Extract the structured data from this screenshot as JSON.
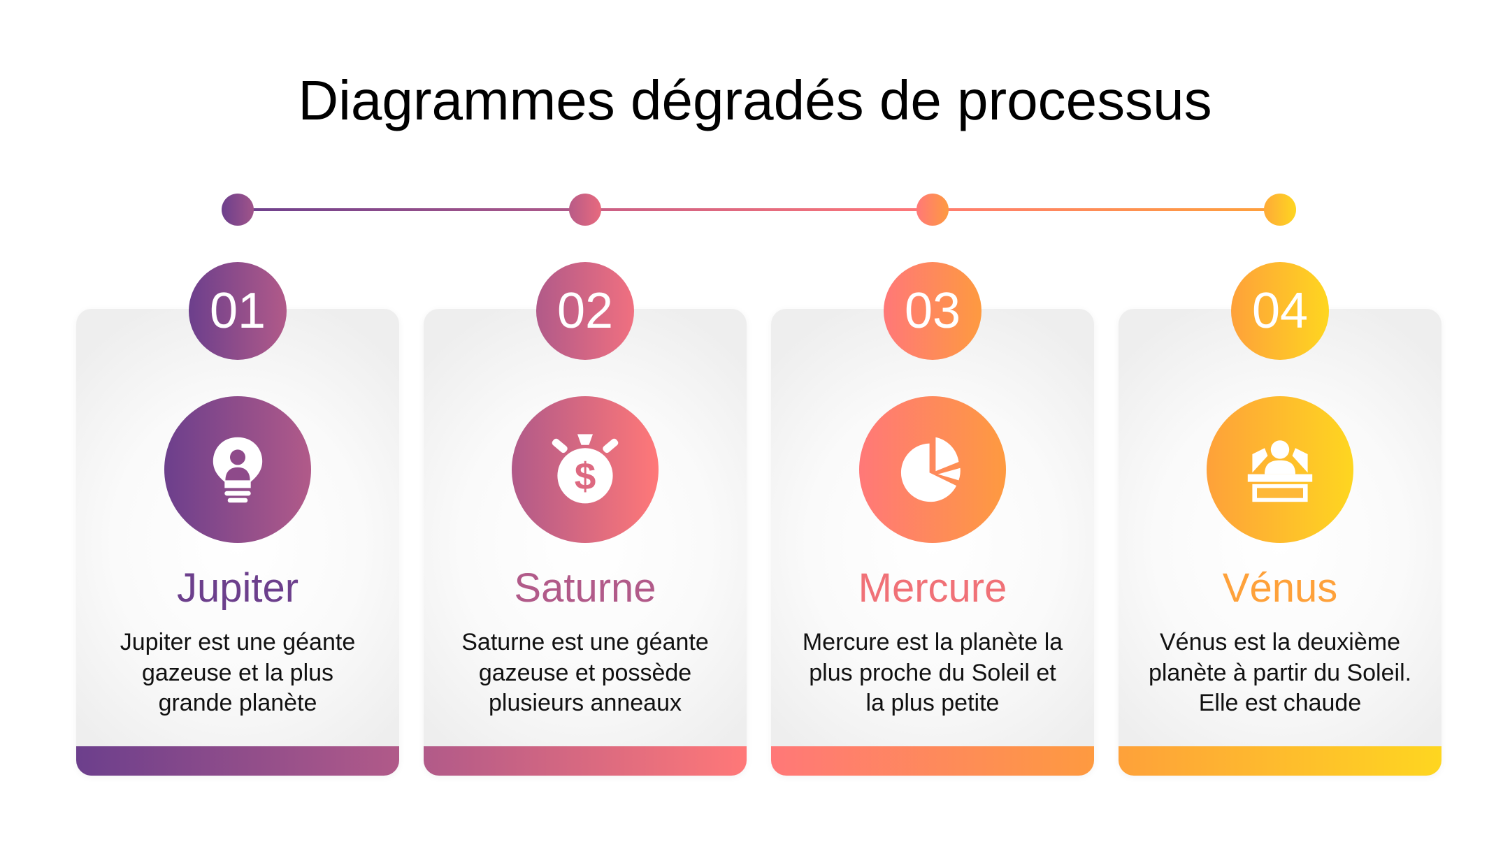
{
  "title": "Diagrammes dégradés de processus",
  "colors": {
    "purple": "#6c3f8c",
    "mauve": "#b15a89",
    "pink": "#ff7878",
    "orange": "#fe9a40",
    "yellow": "#fed620"
  },
  "steps": [
    {
      "number": "01",
      "title": "Jupiter",
      "description": "Jupiter est une géante gazeuse et la plus grande planète",
      "icon": "lightbulb-person-icon",
      "title_color": "#6c3f8c"
    },
    {
      "number": "02",
      "title": "Saturne",
      "description": "Saturne est une géante gazeuse et possède plusieurs anneaux",
      "icon": "money-bag-icon",
      "title_color": "#b15a89"
    },
    {
      "number": "03",
      "title": "Mercure",
      "description": "Mercure est la planète la plus proche du Soleil et la plus petite",
      "icon": "pie-chart-icon",
      "title_color": "#f07177"
    },
    {
      "number": "04",
      "title": "Vénus",
      "description": "Vénus est la deuxième planète à partir du Soleil. Elle est chaude",
      "icon": "reception-desk-icon",
      "title_color": "#fea13a"
    }
  ]
}
